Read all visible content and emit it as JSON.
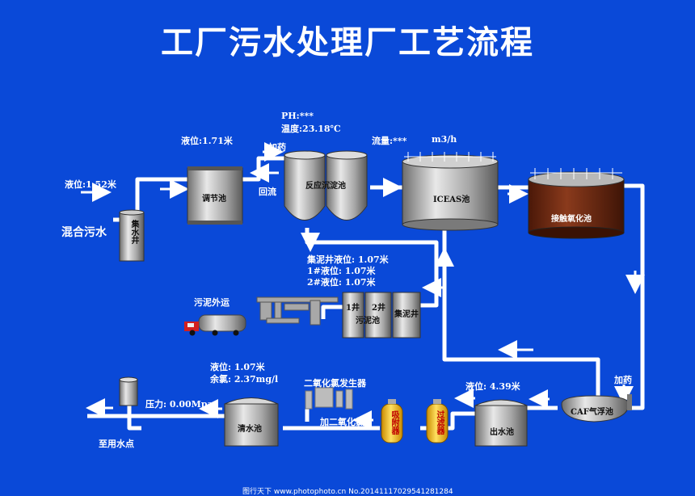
{
  "title": "工厂污水处理厂工艺流程",
  "labels": {
    "mixed_sewage": "混合污水",
    "level_1": "液位:1.52米",
    "collection_well": "集水井",
    "level_2": "液位:1.71米",
    "adjust_tank": "调节池",
    "add_chem_1": "加药",
    "reflux": "回流",
    "ph": "PH:***",
    "temperature": "温度:23.18℃",
    "reaction_tank": "反应沉淀池",
    "flow_rate": "流量:***",
    "flow_unit": "m3/h",
    "iceas_tank": "ICEAS池",
    "contact_oxidation": "接触氧化池",
    "sludge_levels_1": "集泥井液位: 1.07米",
    "sludge_levels_2": "1#液位: 1.07米",
    "sludge_levels_3": "2#液位: 1.07米",
    "sludge_transport": "污泥外运",
    "well_1": "1井",
    "well_2": "2井",
    "sludge_tank": "污泥池",
    "sludge_well": "集泥井",
    "level_clear": "液位: 1.07米",
    "residual_chlorine": "余氯: 2.37mg/l",
    "chlorine_generator": "二氧化氯发生器",
    "add_chlorine": "加二氧化氯",
    "level_outlet": "液位: 4.39米",
    "add_chem_2": "加药",
    "pressure": "压力: 0.00Mpa",
    "clear_tank": "清水池",
    "adsorber": "吸附器",
    "filter": "过滤器",
    "outlet_tank": "出水池",
    "caf_tank": "CAF气浮池",
    "to_water_point": "至用水点"
  },
  "watermark": "图行天下 www.photophoto.cn  No.20141117029541281284",
  "colors": {
    "background": "#0a49d8",
    "panel": "#29b3ea",
    "pipe": "#ffffff",
    "steel": "#8c8c8c",
    "brown": "#6a2a12",
    "yellow": "#f2b500"
  }
}
